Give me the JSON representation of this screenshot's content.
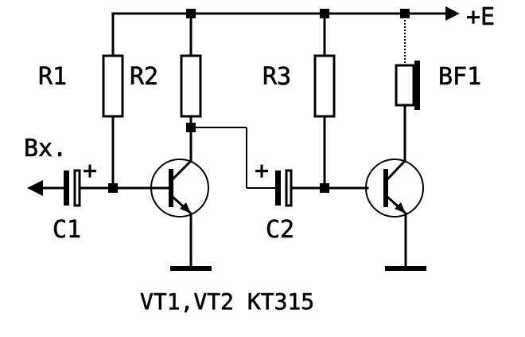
{
  "diagram": {
    "labels": {
      "supply": "+E",
      "input": "Bx.",
      "r1": "R1",
      "r2": "R2",
      "r3": "R3",
      "bf1": "BF1",
      "c1": "C1",
      "c2": "C2",
      "c1_plus": "+",
      "c2_plus": "+",
      "transistors": "VT1,VT2 KT315"
    },
    "components": [
      {
        "ref": "R1",
        "kind": "resistor"
      },
      {
        "ref": "R2",
        "kind": "resistor"
      },
      {
        "ref": "R3",
        "kind": "resistor"
      },
      {
        "ref": "BF1",
        "kind": "buzzer"
      },
      {
        "ref": "C1",
        "kind": "electrolytic-capacitor"
      },
      {
        "ref": "C2",
        "kind": "electrolytic-capacitor"
      },
      {
        "ref": "VT1",
        "kind": "npn-transistor"
      },
      {
        "ref": "VT2",
        "kind": "npn-transistor"
      }
    ],
    "colors": {
      "ink": "#000000",
      "paper": "#ffffff"
    }
  }
}
